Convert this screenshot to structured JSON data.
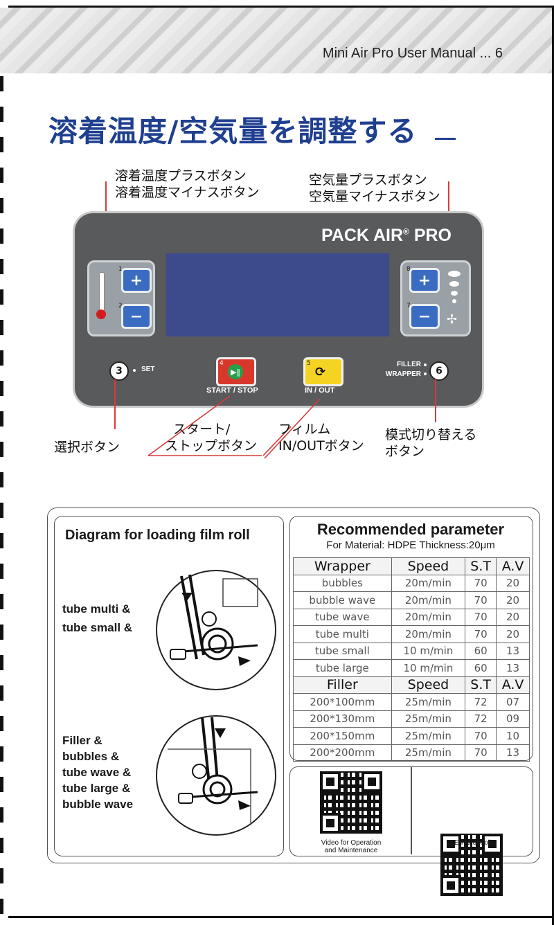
{
  "header": {
    "text": "Mini Air Pro User Manual ... 6"
  },
  "title": "溶着温度/空気量を調整する",
  "callouts": {
    "temp_plus": "溶着温度プラスボタン",
    "temp_minus": "溶着温度マイナスボタン",
    "air_plus": "空気量プラスボタン",
    "air_minus": "空気量マイナスボタン",
    "select": "選択ボタン",
    "start_stop_1": "スタート/",
    "start_stop_2": "ストップボタン",
    "film_1": "フィルム",
    "film_2": "IN/OUTボタン",
    "mode_1": "模式切り替える",
    "mode_2": "ボタン"
  },
  "panel": {
    "brand": "PACK AIR",
    "brand_reg": "®",
    "brand_suffix": "PRO",
    "btn1_num": "1",
    "btn2_num": "2",
    "btn7_num": "7",
    "btn8_num": "8",
    "btn3": "3",
    "set_label": "SET",
    "btn4_num": "4",
    "start_stop_label": "START / STOP",
    "btn5_num": "5",
    "in_out_label": "IN / OUT",
    "filler_label": "FILLER",
    "wrapper_label": "WRAPPER",
    "btn6": "6",
    "plus_glyph": "+",
    "minus_glyph": "−"
  },
  "diagram": {
    "title": "Diagram for loading film roll",
    "label_top_1": "tube multi &",
    "label_top_2": "tube small &",
    "label_bot_1": "Filler &",
    "label_bot_2": "bubbles &",
    "label_bot_3": "tube wave &",
    "label_bot_4": "tube large &",
    "label_bot_5": "bubble wave"
  },
  "params": {
    "title": "Recommended parameter",
    "subtitle": "For Material: HDPE  Thickness:20μm",
    "wrapper_header": [
      "Wrapper",
      "Speed",
      "S.T",
      "A.V"
    ],
    "wrapper_rows": [
      [
        "bubbles",
        "20m/min",
        "70",
        "20"
      ],
      [
        "bubble wave",
        "20m/min",
        "70",
        "20"
      ],
      [
        "tube wave",
        "20m/min",
        "70",
        "20"
      ],
      [
        "tube multi",
        "20m/min",
        "70",
        "20"
      ],
      [
        "tube small",
        "10 m/min",
        "60",
        "13"
      ],
      [
        "tube large",
        "10 m/min",
        "60",
        "13"
      ]
    ],
    "filler_header": [
      "Filler",
      "Speed",
      "S.T",
      "A.V"
    ],
    "filler_rows": [
      [
        "200*100mm",
        "25m/min",
        "72",
        "07"
      ],
      [
        "200*130mm",
        "25m/min",
        "72",
        "09"
      ],
      [
        "200*150mm",
        "25m/min",
        "70",
        "10"
      ],
      [
        "200*200mm",
        "25m/min",
        "70",
        "13"
      ]
    ]
  },
  "qr": {
    "left_caption_1": "Video for Operation",
    "left_caption_2": "and Maintenance",
    "right_caption": "E-handbook"
  }
}
